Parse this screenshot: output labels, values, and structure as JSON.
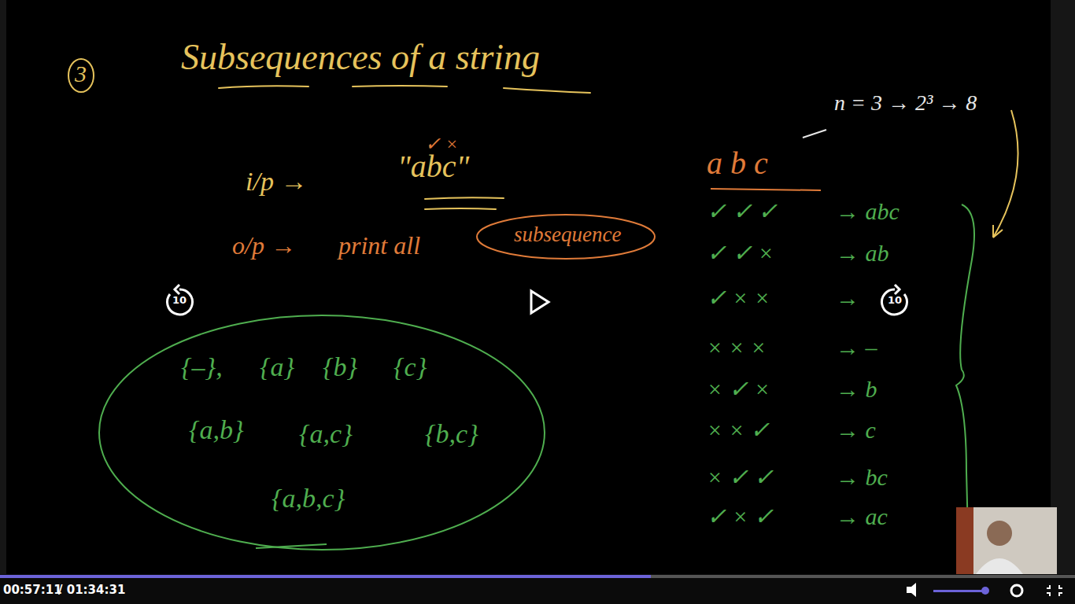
{
  "diagram": {
    "title": "Subsequences of a string",
    "nodes": [
      {
        "text": [
          "3"
        ]
      },
      {
        "text": [
          "subsequence"
        ]
      },
      {
        "text": [
          "{–},",
          "{a}",
          "{b}",
          "{c}",
          "{a,b}",
          "{a,c}",
          "{b,c}",
          "{a,b,c}"
        ]
      }
    ],
    "labels": [
      "i/p →",
      "✓ ×",
      "\"abc\"",
      "o/p →",
      "print all",
      "n = 3 → 2³ → 8",
      "a b c",
      "✓ ✓ ✓",
      "→ abc",
      "✓ ✓ ×",
      "→ ab",
      "✓ × ×",
      "→",
      "× × ×",
      "→ –",
      "× ✓ ×",
      "→ b",
      "× × ✓",
      "→ c",
      "× ✓ ✓",
      "→ bc",
      "✓ × ✓",
      "→ ac",
      "10",
      "10",
      "00:57:11",
      "/ 01:34:31"
    ]
  }
}
